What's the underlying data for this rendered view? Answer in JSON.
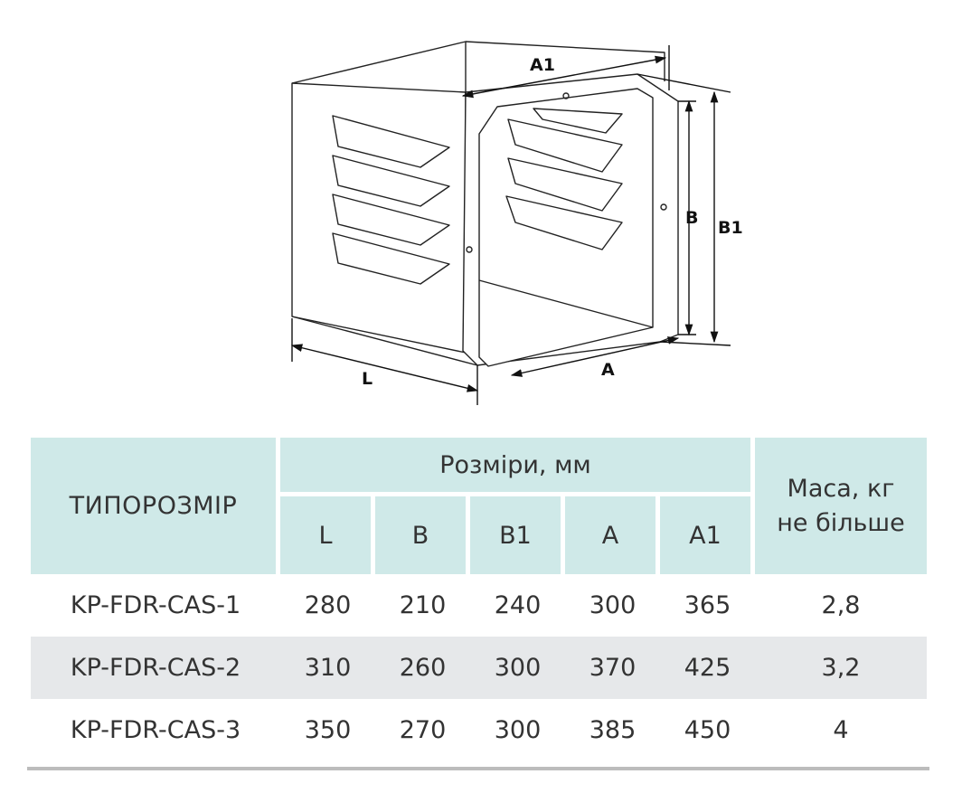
{
  "drawing": {
    "labels": {
      "a1": "A1",
      "b": "B",
      "b1": "B1",
      "l": "L",
      "a": "A"
    }
  },
  "table": {
    "type_header": "ТИПОРОЗМІР",
    "dimensions_header": "Розміри, мм",
    "mass_header_line1": "Маса, кг",
    "mass_header_line2": "не більше",
    "columns": [
      "L",
      "B",
      "B1",
      "A",
      "A1"
    ],
    "rows": [
      {
        "model": "KP-FDR-CAS-1",
        "values": [
          "280",
          "210",
          "240",
          "300",
          "365"
        ],
        "mass": "2,8"
      },
      {
        "model": "KP-FDR-CAS-2",
        "values": [
          "310",
          "260",
          "300",
          "370",
          "425"
        ],
        "mass": "3,2"
      },
      {
        "model": "KP-FDR-CAS-3",
        "values": [
          "350",
          "270",
          "300",
          "385",
          "450"
        ],
        "mass": "4"
      }
    ]
  },
  "colors": {
    "header_bg": "#cfe9e8",
    "alt_row_bg": "#e6e8ea",
    "rule": "#bcbcbc"
  }
}
